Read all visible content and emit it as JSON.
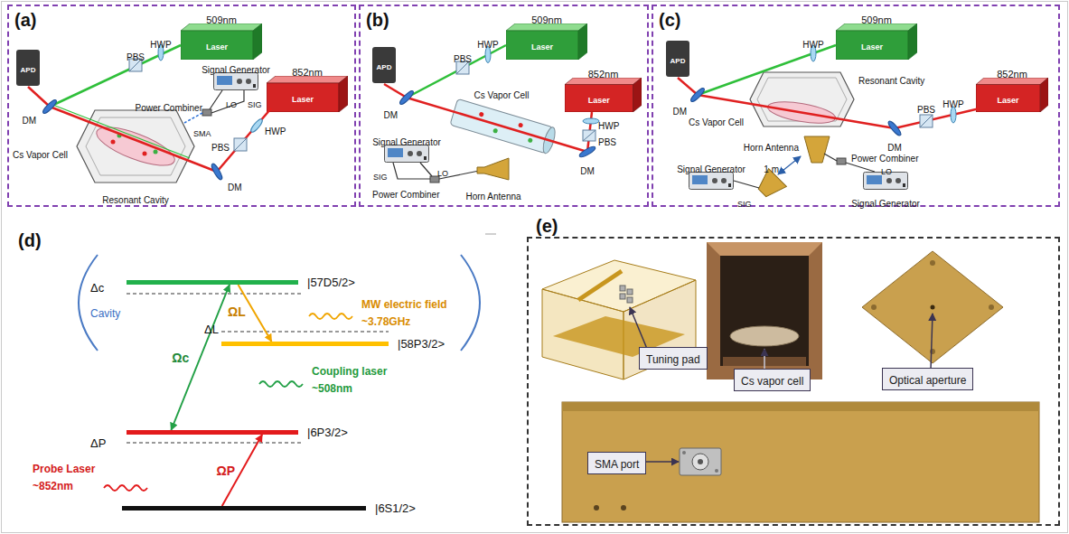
{
  "diagram": {
    "nodes": [
      {
        "text": [
          "(a)"
        ]
      },
      {
        "text": [
          "509nm",
          "Laser"
        ],
        "in": 0
      },
      {
        "text": [
          "Signal Generator"
        ],
        "in": 0
      },
      {
        "text": [
          "852nm",
          "Laser"
        ],
        "in": 0
      },
      {
        "text": [
          "APD"
        ],
        "in": 0
      },
      {
        "text": [
          "Resonant Cavity"
        ],
        "in": 0
      },
      {
        "text": [
          "(b)"
        ]
      },
      {
        "text": [
          "509nm",
          "Laser"
        ],
        "in": 6
      },
      {
        "text": [
          "APD"
        ],
        "in": 6
      },
      {
        "text": [
          "Cs Vapor Cell"
        ],
        "in": 6
      },
      {
        "text": [
          "852nm",
          "Laser"
        ],
        "in": 6
      },
      {
        "text": [
          "Signal Generator"
        ],
        "in": 6
      },
      {
        "text": [
          "Horn Antenna"
        ],
        "in": 6
      },
      {
        "text": [
          "(c)"
        ]
      },
      {
        "text": [
          "509nm",
          "Laser"
        ],
        "in": 13
      },
      {
        "text": [
          "APD"
        ],
        "in": 13
      },
      {
        "text": [
          "Resonant Cavity"
        ],
        "in": 13
      },
      {
        "text": [
          "852nm",
          "Laser"
        ],
        "in": 13
      },
      {
        "text": [
          "Horn Antenna"
        ],
        "in": 13
      },
      {
        "text": [
          "Signal Generator"
        ],
        "in": 13
      },
      {
        "text": [
          "Signal Generator"
        ],
        "in": 13
      },
      {
        "text": [
          "(d)"
        ]
      },
      {
        "text": [
          "|57D5/2>"
        ],
        "in": 21
      },
      {
        "text": [
          "|58P3/2>"
        ],
        "in": 21
      },
      {
        "text": [
          "|6P3/2>"
        ],
        "in": 21
      },
      {
        "text": [
          "|6S1/2>"
        ],
        "in": 21
      },
      {
        "text": [
          "(e)"
        ]
      },
      {
        "text": [
          "Tuning pad"
        ],
        "in": 26
      },
      {
        "text": [
          "Cs vapor cell"
        ],
        "in": 26
      },
      {
        "text": [
          "Optical aperture"
        ],
        "in": 26
      },
      {
        "text": [
          "SMA port"
        ],
        "in": 26
      }
    ],
    "edges": [
      {
        "from": 25,
        "to": 24,
        "arrow": "to",
        "label": "ΩP"
      },
      {
        "from": 24,
        "to": 22,
        "arrow": "both",
        "label": "Ωc"
      },
      {
        "from": 22,
        "to": 23,
        "arrow": "to",
        "label": "ΩL"
      }
    ],
    "labels": [
      "HWP",
      "PBS",
      "Power Combiner",
      "LO",
      "SIG",
      "SMA",
      "DM",
      "Cs Vapor Cell",
      "PBS",
      "HWP",
      "DM",
      "HWP",
      "PBS",
      "DM",
      "HWP",
      "PBS",
      "DM",
      "SIG",
      "LO",
      "Power Combiner",
      "HWP",
      "DM",
      "Cs Vapor Cell",
      "HWP",
      "PBS",
      "DM",
      "Power Combiner",
      "LO",
      "1 m",
      "SIG",
      "Cavity",
      "Δc",
      "MW electric field ~3.78GHz",
      "ΔL",
      "Coupling laser ~508nm",
      "ΔP",
      "Probe Laser ~852nm"
    ]
  }
}
